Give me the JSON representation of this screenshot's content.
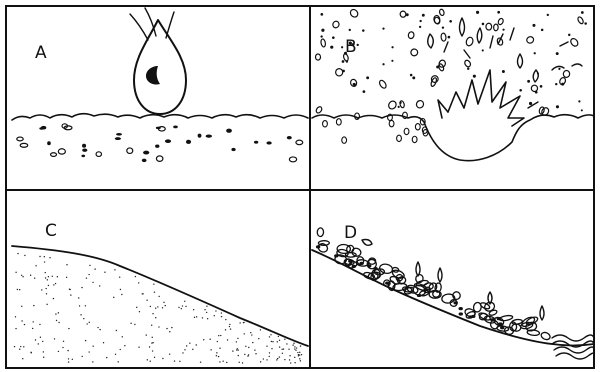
{
  "figure": {
    "panels": [
      {
        "label": "A",
        "icon": "raindrop-falling-icon"
      },
      {
        "label": "B",
        "icon": "splash-crater-icon"
      },
      {
        "label": "C",
        "icon": "smooth-slope-icon"
      },
      {
        "label": "D",
        "icon": "eroded-slope-icon"
      }
    ]
  }
}
